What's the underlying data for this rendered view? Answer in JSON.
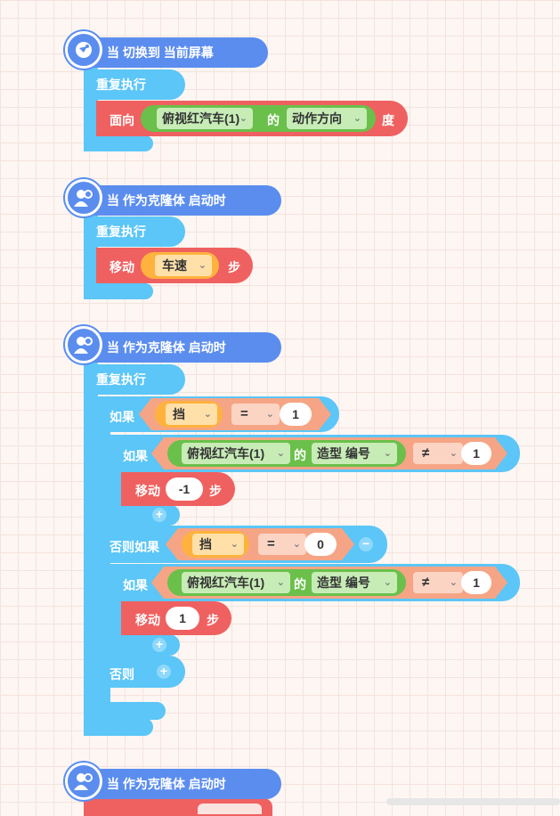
{
  "scripts": [
    {
      "hat_label": "当 切换到 当前屏幕",
      "loop_label": "重复执行",
      "block": {
        "prefix": "面向",
        "sprite": "俯视红汽车(1)",
        "of": "的",
        "attribute": "动作方向",
        "suffix": "度"
      }
    },
    {
      "hat_label": "当 作为克隆体 启动时",
      "loop_label": "重复执行",
      "block": {
        "prefix": "移动",
        "variable": "车速",
        "suffix": "步"
      }
    },
    {
      "hat_label": "当 作为克隆体 启动时",
      "loop_label": "重复执行",
      "if": {
        "label": "如果",
        "variable": "挡",
        "operator": "=",
        "value": "1",
        "inner_if": {
          "label": "如果",
          "sprite": "俯视红汽车(1)",
          "of": "的",
          "attribute": "造型 编号",
          "operator": "≠",
          "value": "1",
          "move": {
            "prefix": "移动",
            "steps": "-1",
            "suffix": "步"
          }
        }
      },
      "else_if": {
        "label": "否则如果",
        "variable": "挡",
        "operator": "=",
        "value": "0",
        "inner_if": {
          "label": "如果",
          "sprite": "俯视红汽车(1)",
          "of": "的",
          "attribute": "造型 编号",
          "operator": "≠",
          "value": "1",
          "move": {
            "prefix": "移动",
            "steps": "1",
            "suffix": "步"
          }
        }
      },
      "else_label": "否则"
    },
    {
      "hat_label": "当 作为克隆体 启动时"
    }
  ],
  "icons": {
    "hat1": "satellite-icon",
    "hat_clone": "clone-person-icon",
    "add": "plus-icon",
    "remove": "minus-icon",
    "dropdown": "chevron-down-icon"
  },
  "colors": {
    "event": "#5b8def",
    "control": "#5bc6f7",
    "motion": "#ef6160",
    "sensing": "#6ac04a",
    "variable": "#ffb23d",
    "operator": "#f5a585"
  }
}
